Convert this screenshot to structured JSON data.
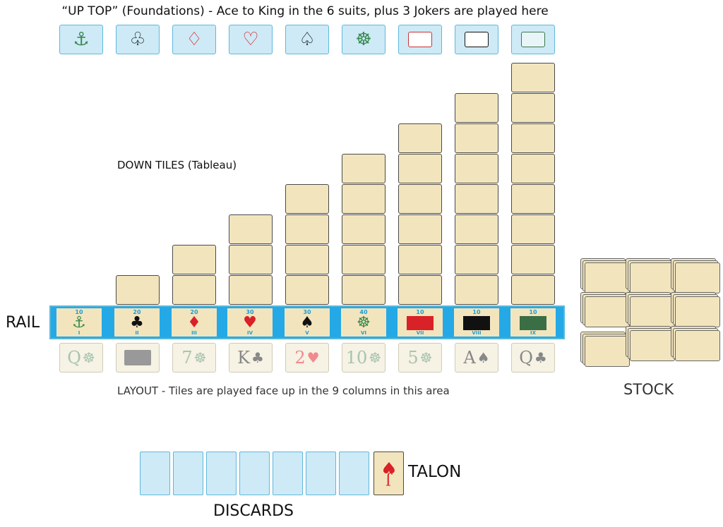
{
  "labels": {
    "foundations": "“UP TOP” (Foundations) - Ace to King in the 6 suits, plus 3 Jokers are played here",
    "tableau": "DOWN TILES (Tableau)",
    "rail": "RAIL",
    "layout": "LAYOUT - Tiles are played face up in the 9 columns in this area",
    "stock": "STOCK",
    "talon": "TALON",
    "discards": "DISCARDS"
  },
  "colors": {
    "tile": "#f2e5bd",
    "foundation": "#cdeaf6",
    "rail": "#24a9e6",
    "anchor": "#3a8a50",
    "black": "#111111",
    "red": "#d92128",
    "wheel": "#3a8a50"
  },
  "foundations": [
    {
      "icon": "anchor-icon",
      "glyph": "⚓",
      "color": "#3a8a50"
    },
    {
      "icon": "club-icon",
      "glyph": "♧",
      "color": "#111111"
    },
    {
      "icon": "diamond-icon",
      "glyph": "♢",
      "color": "#d92128"
    },
    {
      "icon": "heart-icon",
      "glyph": "♡",
      "color": "#d92128"
    },
    {
      "icon": "spade-icon",
      "glyph": "♤",
      "color": "#111111"
    },
    {
      "icon": "wheel-icon",
      "glyph": "☸",
      "color": "#3a8a50"
    },
    {
      "icon": "joker-red-icon",
      "joker": "#c8323a",
      "fill": "#ffffff"
    },
    {
      "icon": "joker-black-icon",
      "joker": "#111111",
      "fill": "#ffffff"
    },
    {
      "icon": "joker-green-icon",
      "joker": "#3a7a4a",
      "fill": "#e8f4f8"
    }
  ],
  "tableau_counts": [
    0,
    1,
    2,
    3,
    4,
    5,
    6,
    7,
    8
  ],
  "rail": [
    {
      "points": "10",
      "numeral": "I",
      "icon": "anchor-icon",
      "glyph": "⚓",
      "color": "#3a8a50"
    },
    {
      "points": "20",
      "numeral": "II",
      "icon": "club-icon",
      "glyph": "♣",
      "color": "#111111"
    },
    {
      "points": "20",
      "numeral": "III",
      "icon": "diamond-icon",
      "glyph": "♦",
      "color": "#d92128"
    },
    {
      "points": "30",
      "numeral": "IV",
      "icon": "heart-icon",
      "glyph": "♥",
      "color": "#d92128"
    },
    {
      "points": "30",
      "numeral": "V",
      "icon": "spade-icon",
      "glyph": "♠",
      "color": "#111111"
    },
    {
      "points": "40",
      "numeral": "VI",
      "icon": "wheel-icon",
      "glyph": "☸",
      "color": "#3a8a50"
    },
    {
      "points": "10",
      "numeral": "VII",
      "icon": "joker-red-icon",
      "joker": "#d92128"
    },
    {
      "points": "10",
      "numeral": "VIII",
      "icon": "joker-black-icon",
      "joker": "#111111"
    },
    {
      "points": "10",
      "numeral": "IX",
      "icon": "joker-green-icon",
      "joker": "#3a6e45"
    }
  ],
  "layout": [
    {
      "rank": "Q",
      "suit": "☸",
      "color": "#a8c4ae",
      "icon": "wheel-icon"
    },
    {
      "rank": "",
      "suit": "",
      "color": "#999999",
      "icon": "joker-icon",
      "blank": true
    },
    {
      "rank": "7",
      "suit": "☸",
      "color": "#a8c4ae",
      "icon": "wheel-icon"
    },
    {
      "rank": "K",
      "suit": "♣",
      "color": "#888888",
      "icon": "club-icon"
    },
    {
      "rank": "2",
      "suit": "♥",
      "color": "#f08a8e",
      "icon": "heart-icon"
    },
    {
      "rank": "10",
      "suit": "☸",
      "color": "#a8c4ae",
      "icon": "wheel-icon"
    },
    {
      "rank": "5",
      "suit": "☸",
      "color": "#a8c4ae",
      "icon": "wheel-icon"
    },
    {
      "rank": "A",
      "suit": "♠",
      "color": "#888888",
      "icon": "spade-icon"
    },
    {
      "rank": "Q",
      "suit": "♣",
      "color": "#888888",
      "icon": "club-icon"
    }
  ],
  "talon": {
    "rank": "J",
    "suit": "♥",
    "icon": "heart-icon"
  },
  "discard_count": 7
}
